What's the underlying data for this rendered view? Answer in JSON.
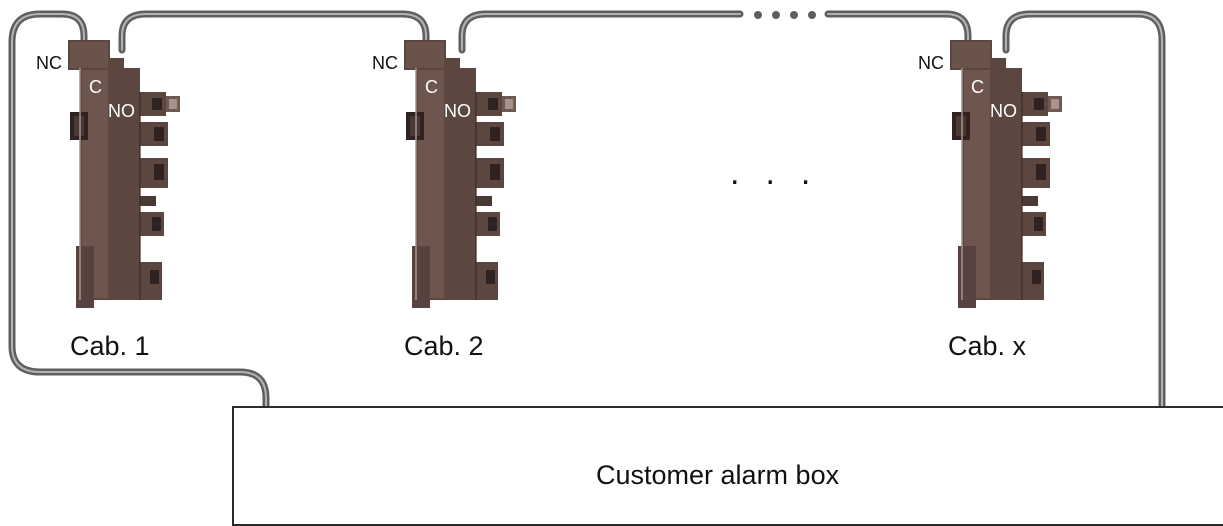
{
  "relays": [
    {
      "nc_label": "NC",
      "c_label": "C",
      "no_label": "NO",
      "cab_label": "Cab. 1"
    },
    {
      "nc_label": "NC",
      "c_label": "C",
      "no_label": "NO",
      "cab_label": "Cab. 2"
    },
    {
      "nc_label": "NC",
      "c_label": "C",
      "no_label": "NO",
      "cab_label": "Cab. x"
    }
  ],
  "ellipsis_mid": "...",
  "alarm_box_label": "Customer alarm box",
  "colors": {
    "wire": "#5f5f5f",
    "wire_highlight": "#b3b3b3",
    "relay_body": "#5b4640",
    "relay_dark": "#2f2220",
    "relay_face": "#715a52",
    "relay_light": "#a8928b"
  }
}
